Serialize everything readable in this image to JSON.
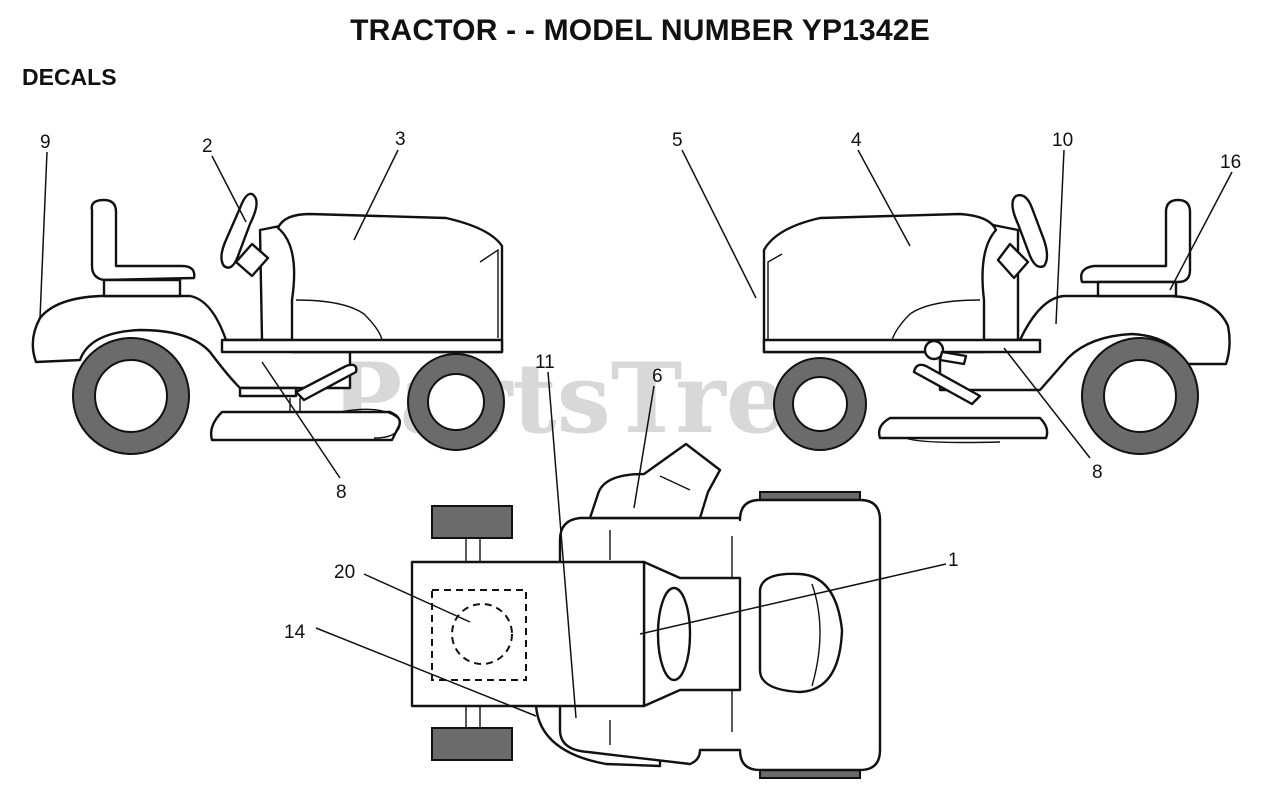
{
  "title": "TRACTOR - - MODEL NUMBER YP1342E",
  "section_label": "DECALS",
  "watermark": "PartsTree",
  "callouts": {
    "c9": "9",
    "c2": "2",
    "c3": "3",
    "c8_left": "8",
    "c5": "5",
    "c4": "4",
    "c10": "10",
    "c16": "16",
    "c8_right": "8",
    "c11": "11",
    "c6": "6",
    "c1": "1",
    "c20": "20",
    "c14": "14"
  }
}
